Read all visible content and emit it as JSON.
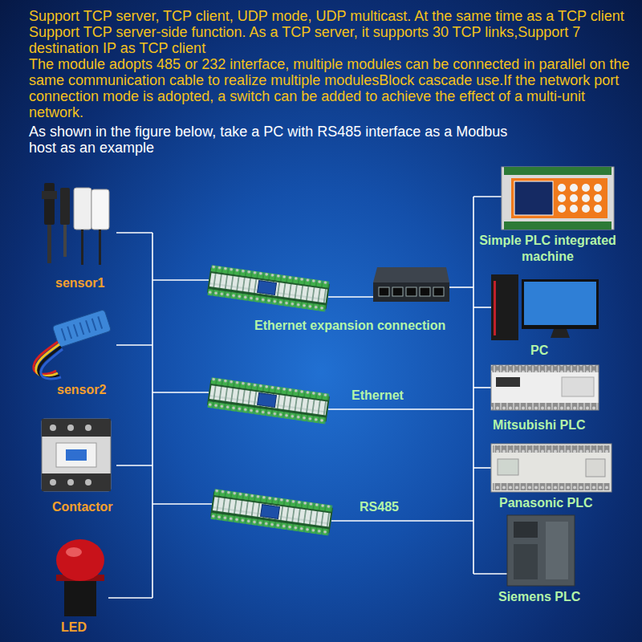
{
  "diagram": {
    "nodes": [
      {
        "text": [
          "sensor1"
        ]
      },
      {
        "text": [
          "sensor2"
        ]
      },
      {
        "text": [
          "Contactor"
        ]
      },
      {
        "text": [
          "LED"
        ]
      },
      {
        "text": [
          "Simple PLC integrated machine"
        ]
      },
      {
        "text": [
          "PC"
        ]
      },
      {
        "text": [
          "Mitsubishi PLC"
        ]
      },
      {
        "text": [
          "Panasonic PLC"
        ]
      },
      {
        "text": [
          "Siemens PLC"
        ]
      }
    ],
    "labels": [
      "Support TCP server, TCP client, UDP mode, UDP multicast. At the same time as a TCP client Support TCP server-side function. As a TCP server, it supports 30 TCP links,Support 7 destination IP as TCP client",
      "The module adopts 485 or 232 interface, multiple modules can be connected in parallel on the same communication cable to realize multiple modulesBlock cascade use.If the network port connection mode is adopted, a switch can be added to achieve the effect of a multi-unit network.",
      "As shown in the figure below, take a PC with RS485 interface as a Modbus host as an example",
      "Ethernet expansion connection",
      "Ethernet",
      "RS485"
    ]
  }
}
